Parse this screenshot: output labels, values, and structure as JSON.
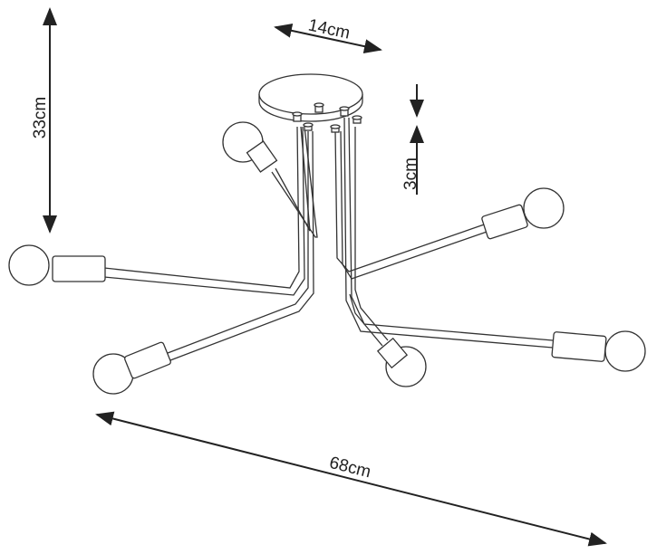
{
  "dimensions": {
    "width_canopy": "14cm",
    "height_total": "33cm",
    "height_canopy": "3cm",
    "width_total": "68cm"
  }
}
